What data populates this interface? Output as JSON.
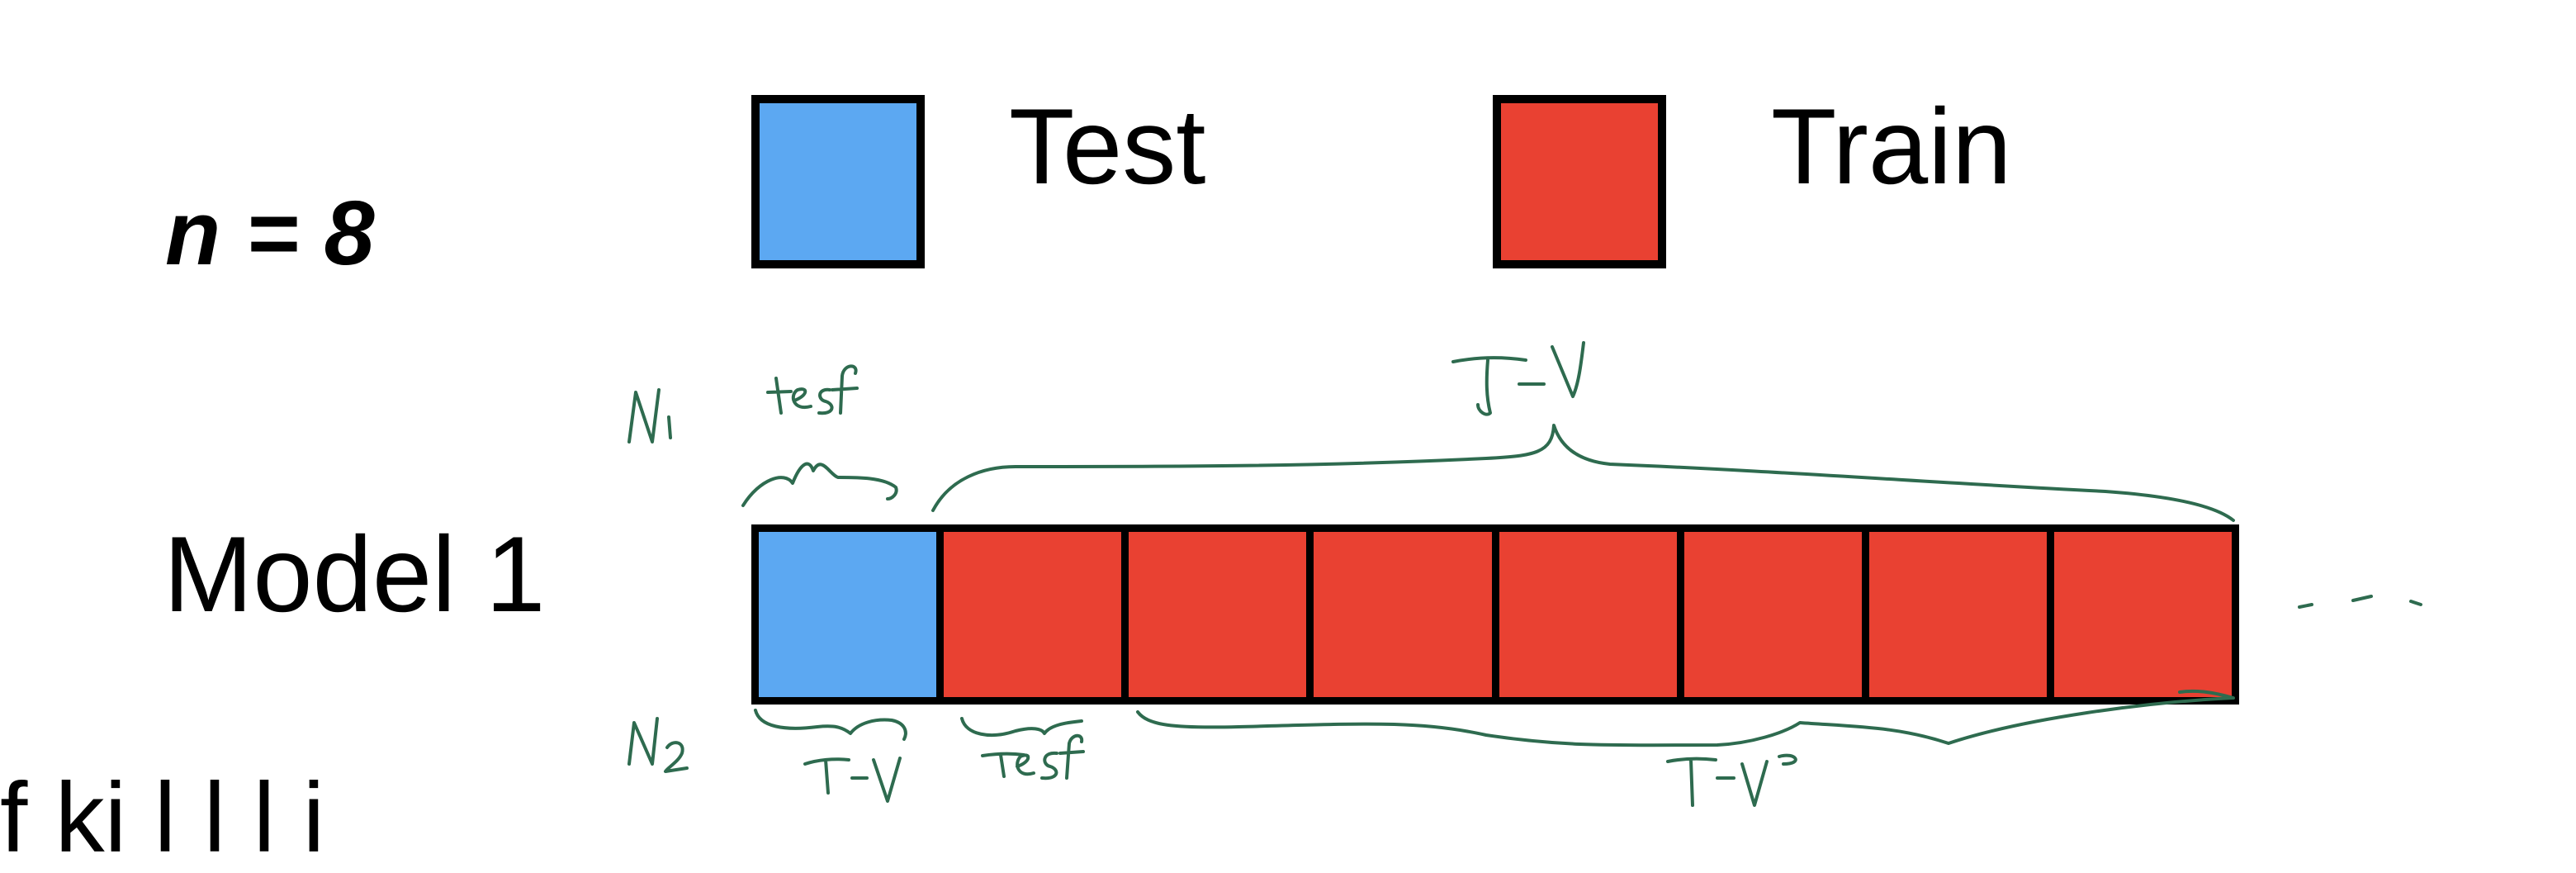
{
  "sample_size_label": "n = 8",
  "legend": [
    {
      "label": "Test",
      "color": "#5ca8f2"
    },
    {
      "label": "Train",
      "color": "#e94132"
    }
  ],
  "model": {
    "label": "Model 1",
    "cells": [
      "test",
      "train",
      "train",
      "train",
      "train",
      "train",
      "train",
      "train"
    ]
  },
  "handwriting": {
    "n1": "N₁",
    "n2": "N₂",
    "test_top": "test",
    "tv_top": "T-V",
    "tv_bottom_left": "T-V",
    "test_bottom": "test",
    "tv_bottom_right": "T-V",
    "ellipsis": "- - -"
  },
  "bottom_text": "f        ki     l   l  l    i"
}
